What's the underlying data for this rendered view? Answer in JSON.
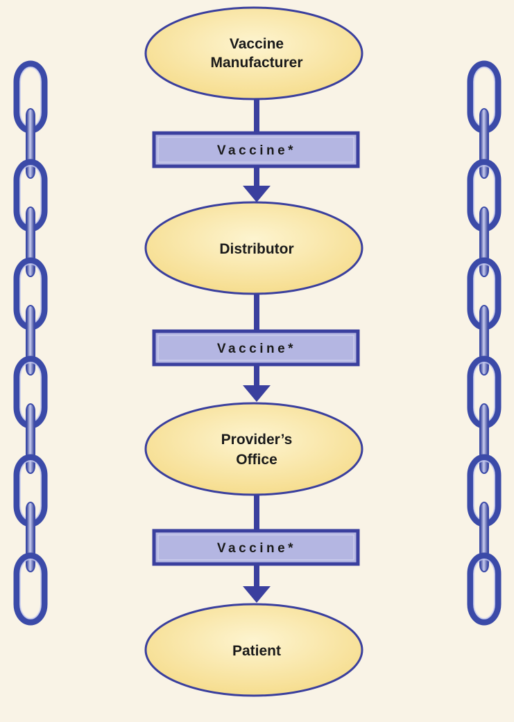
{
  "diagram": {
    "nodes": [
      {
        "id": "manufacturer",
        "lines": [
          "Vaccine",
          "Manufacturer"
        ]
      },
      {
        "id": "distributor",
        "lines": [
          "Distributor"
        ]
      },
      {
        "id": "provider",
        "lines": [
          "Provider’s",
          "Office"
        ]
      },
      {
        "id": "patient",
        "lines": [
          "Patient"
        ]
      }
    ],
    "transfers": [
      {
        "label": "Vaccine*"
      },
      {
        "label": "Vaccine*"
      },
      {
        "label": "Vaccine*"
      }
    ],
    "colors": {
      "background": "#f9f3e6",
      "ellipse_fill": "#f9e7a8",
      "ellipse_stroke": "#3a3f9e",
      "box_fill": "#b4b6e2",
      "box_stroke": "#3a3f9e",
      "arrow": "#3a3f9e",
      "chain": "#3b4aa8"
    },
    "decoration": {
      "left": "chain-icon",
      "right": "chain-icon"
    }
  }
}
